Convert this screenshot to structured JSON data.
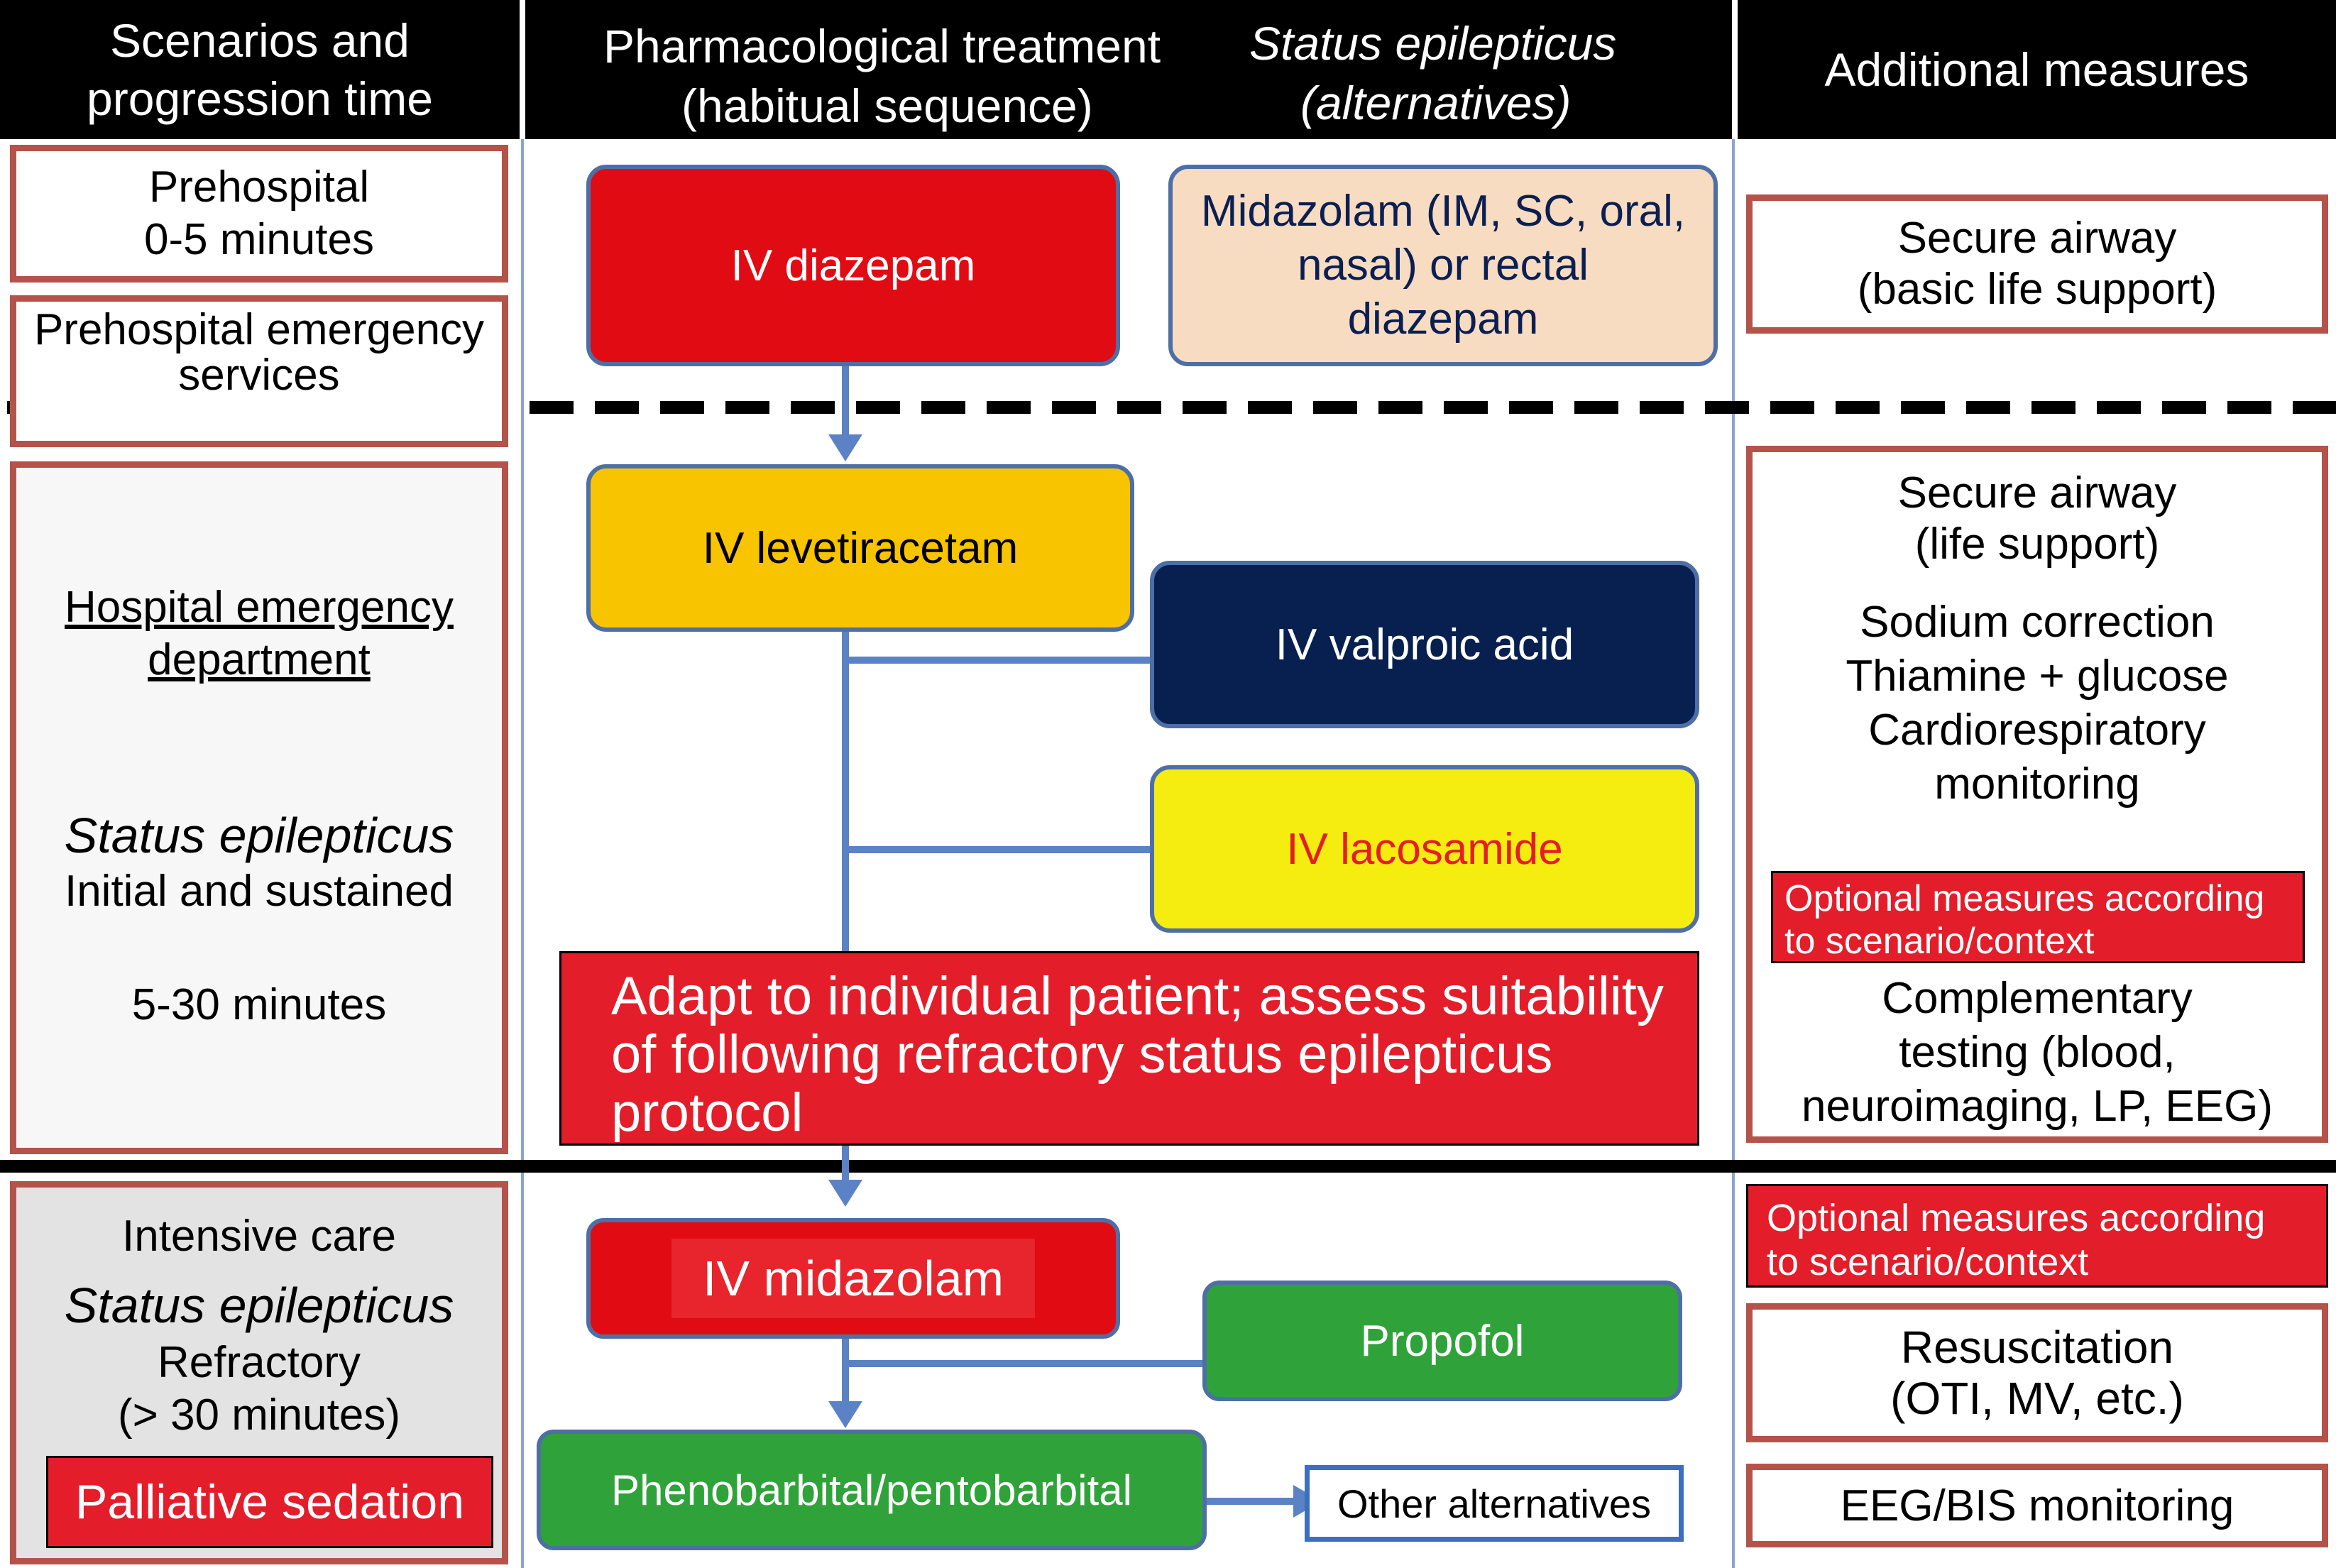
{
  "headers": {
    "col1_line1": "Scenarios and",
    "col1_line2": "progression time",
    "col2_line1": "Pharmacological treatment",
    "col2_line2": "(habitual sequence)",
    "col3_line1": "Status epilepticus",
    "col3_line2": "(alternatives)",
    "col4": "Additional measures"
  },
  "scenarios": {
    "prehospital_title": "Prehospital",
    "prehospital_time": "0-5 minutes",
    "pes_line1": "Prehospital emergency",
    "pes_line2": "services",
    "hed_line1": "Hospital emergency",
    "hed_line2": "department",
    "se_title": "Status epilepticus",
    "se_sub": "Initial and sustained",
    "se_time": "5-30 minutes",
    "icu_title": "Intensive care",
    "rse_title": "Status epilepticus",
    "rse_sub": "Refractory",
    "rse_time": "(> 30 minutes)",
    "palliative": "Palliative sedation"
  },
  "treatment": {
    "diazepam": "IV diazepam",
    "midazolam_alt_line1": "Midazolam (IM, SC, oral,",
    "midazolam_alt_line2": "nasal) or rectal",
    "midazolam_alt_line3": "diazepam",
    "levetiracetam": "IV levetiracetam",
    "valproic": "IV valproic acid",
    "lacosamide": "IV lacosamide",
    "adapt_line1": "Adapt to individual patient; assess suitability",
    "adapt_line2": "of following refractory status epilepticus",
    "adapt_line3": "protocol",
    "iv_midazolam": "IV midazolam",
    "propofol": "Propofol",
    "pheno": "Phenobarbital/pentobarbital",
    "other": "Other alternatives"
  },
  "measures": {
    "airway_basic_line1": "Secure airway",
    "airway_basic_line2": "(basic life support)",
    "airway_life_line1": "Secure airway",
    "airway_life_line2": "(life support)",
    "sodium": "Sodium correction",
    "thiamine": "Thiamine + glucose",
    "cardio_line1": "Cardiorespiratory",
    "cardio_line2": "monitoring",
    "optional1_line1": "Optional measures according",
    "optional1_line2": "to scenario/context",
    "complementary_line1": "Complementary",
    "complementary_line2": "testing (blood,",
    "complementary_line3": "neuroimaging, LP, EEG)",
    "optional2_line1": "Optional measures according",
    "optional2_line2": "to scenario/context",
    "resus_line1": "Resuscitation",
    "resus_line2": "(OTI, MV, etc.)",
    "eeg": "EEG/BIS monitoring"
  },
  "colors": {
    "header_bg": "#000000",
    "red": "#e10b14",
    "orange": "#f8c400",
    "navy": "#07204f",
    "yellow": "#f5ec10",
    "peach": "#f8dcc1",
    "green": "#2fa33a",
    "connector": "#5b82c4",
    "frame": "#b5524a"
  }
}
